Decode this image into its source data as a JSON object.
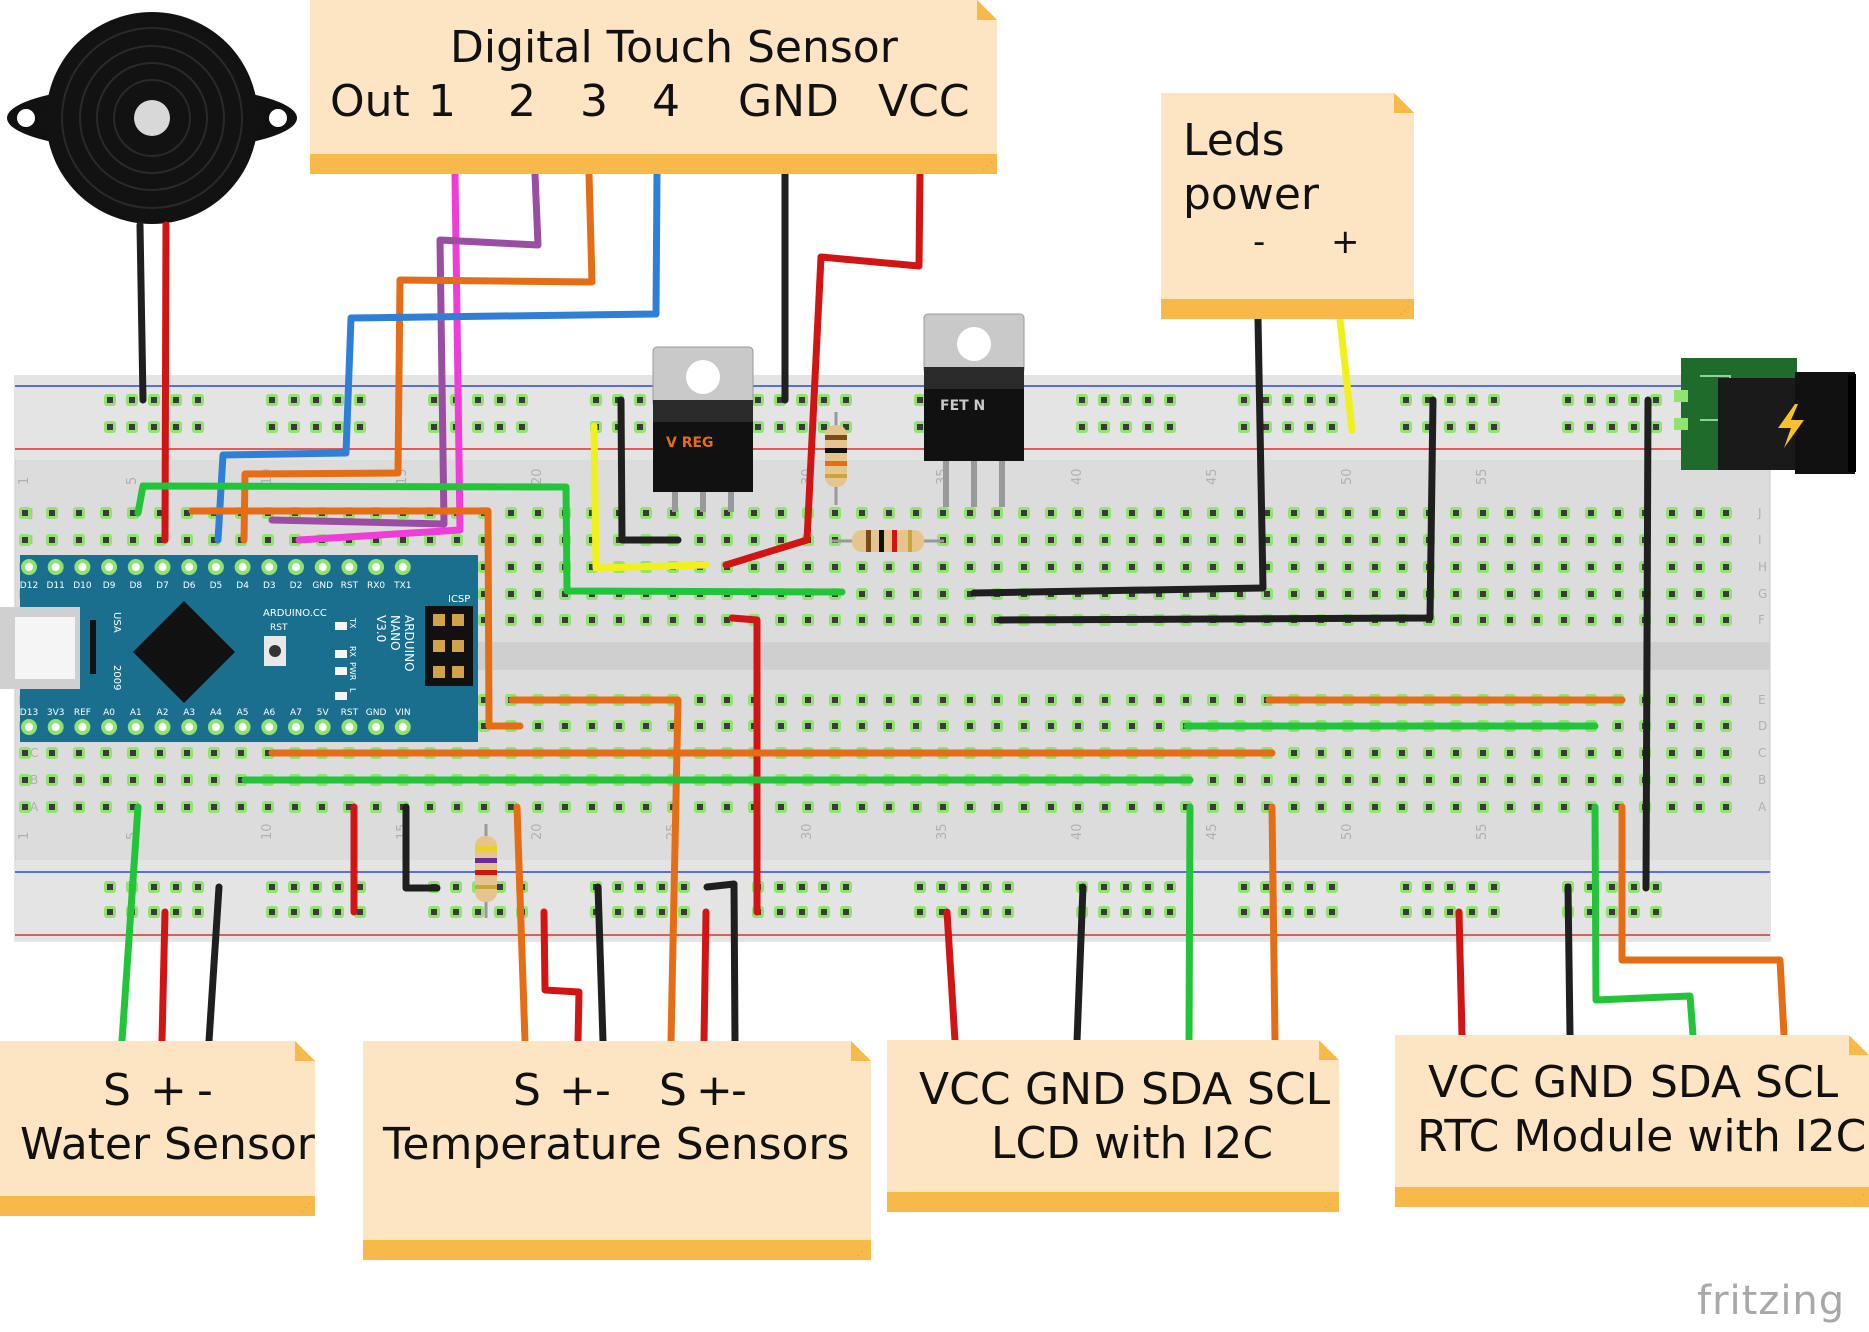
{
  "notes": {
    "touch": {
      "title": "Digital Touch Sensor",
      "pins": [
        "Out",
        "1",
        "2",
        "3",
        "4",
        "GND",
        "VCC"
      ]
    },
    "leds": {
      "line1": "Leds",
      "line2": "power",
      "pins": [
        "-",
        "+"
      ]
    },
    "water": {
      "pins": [
        "S",
        "+",
        "-"
      ],
      "title": "Water Sensor"
    },
    "temp": {
      "pins_a": [
        "S",
        "+",
        "-"
      ],
      "pins_b": [
        "S",
        "+",
        "-"
      ],
      "title": "Temperature Sensors"
    },
    "lcd": {
      "pins": [
        "VCC",
        "GND",
        "SDA",
        "SCL"
      ],
      "title": "LCD with I2C"
    },
    "rtc": {
      "pins": [
        "VCC",
        "GND",
        "SDA",
        "SCL"
      ],
      "title": "RTC Module with I2C"
    }
  },
  "arduino": {
    "top_pins": [
      "D12",
      "D11",
      "D10",
      "D9",
      "D8",
      "D7",
      "D6",
      "D5",
      "D4",
      "D3",
      "D2",
      "GND",
      "RST",
      "RX0",
      "TX1"
    ],
    "bottom_pins": [
      "D13",
      "3V3",
      "REF",
      "A0",
      "A1",
      "A2",
      "A3",
      "A4",
      "A5",
      "A6",
      "A7",
      "5V",
      "RST",
      "GND",
      "VIN"
    ],
    "board_text": [
      "ARDUINO.CC",
      "ARDUINO",
      "NANO",
      "V3.0"
    ],
    "usa": "USA",
    "year": "2009",
    "icsp": "ICSP",
    "leds": [
      "TX",
      "RX",
      "PWR",
      "L"
    ],
    "rst": "RST"
  },
  "components": {
    "vreg_label": "V REG",
    "fet_label": "FET N"
  },
  "breadboard": {
    "col_numbers": [
      "1",
      "5",
      "10",
      "15",
      "20",
      "25",
      "30",
      "35",
      "40",
      "45",
      "50",
      "55"
    ],
    "row_letters_top": [
      "J",
      "I",
      "H",
      "G",
      "F"
    ],
    "row_letters_bottom": [
      "E",
      "D",
      "C",
      "B",
      "A"
    ]
  },
  "watermark": "fritzing",
  "colors": {
    "note_bg": "#fde5c4",
    "note_bar": "#f6b94a",
    "board": "#d9d9d9",
    "hole_ring": "#8fe36e",
    "wire_red": "#d11414",
    "wire_black": "#1f1f1f",
    "wire_green": "#22c53a",
    "wire_orange": "#e56d16",
    "wire_blue": "#2f7fd6",
    "wire_purple": "#9a4ea2",
    "wire_pink": "#f03cd8",
    "wire_yellow": "#f0f01c",
    "arduino": "#1a6f8f"
  }
}
